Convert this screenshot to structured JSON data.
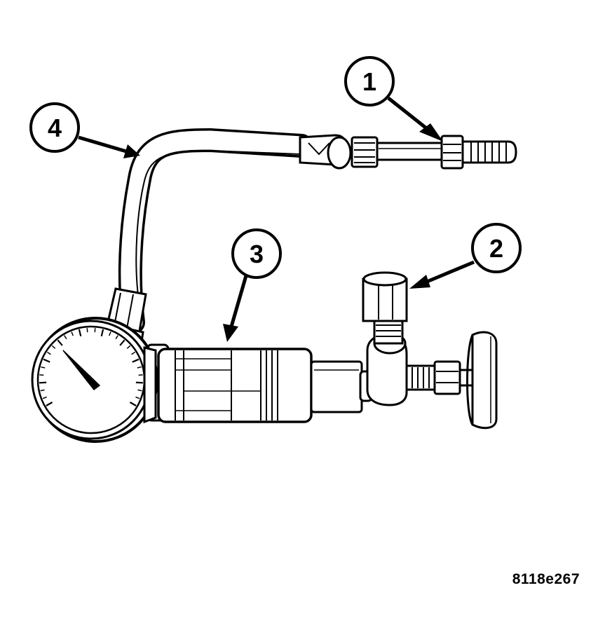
{
  "callouts": [
    {
      "label": "1"
    },
    {
      "label": "2"
    },
    {
      "label": "3"
    },
    {
      "label": "4"
    }
  ],
  "figure_id": "8118e267",
  "colors": {
    "ink": "#000000",
    "paper": "#ffffff"
  }
}
